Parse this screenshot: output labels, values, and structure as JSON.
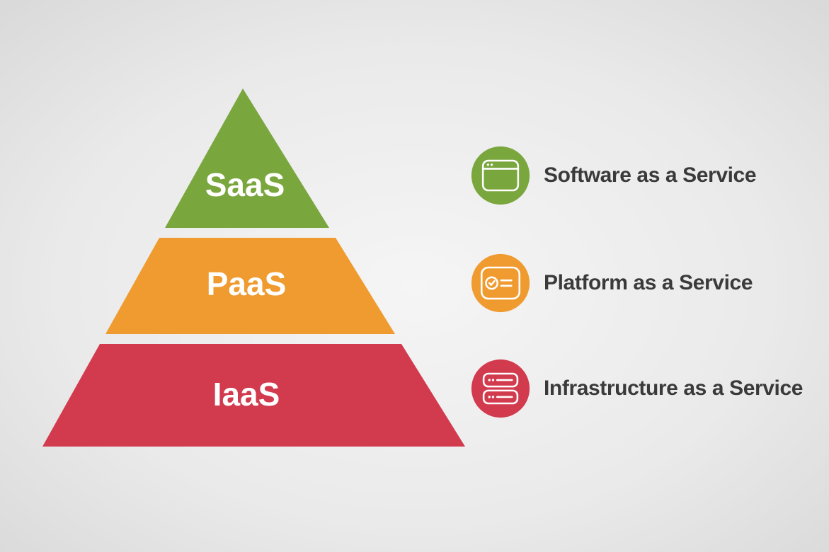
{
  "background": {
    "center_color": "#f5f5f5",
    "edge_color": "#cccccc"
  },
  "pyramid": {
    "text_color": "#ffffff",
    "layers": [
      {
        "label": "SaaS",
        "color": "#7aa63e"
      },
      {
        "label": "PaaS",
        "color": "#ef9b30"
      },
      {
        "label": "IaaS",
        "color": "#d23a4e"
      }
    ]
  },
  "legend": {
    "label_color": "#3a3a3a",
    "items": [
      {
        "label": "Software as a Service",
        "color": "#7aa63e",
        "icon": "browser-window-icon"
      },
      {
        "label": "Platform as a Service",
        "color": "#ef9b30",
        "icon": "task-card-icon"
      },
      {
        "label": "Infrastructure as a Service",
        "color": "#d23a4e",
        "icon": "server-stack-icon"
      }
    ]
  }
}
